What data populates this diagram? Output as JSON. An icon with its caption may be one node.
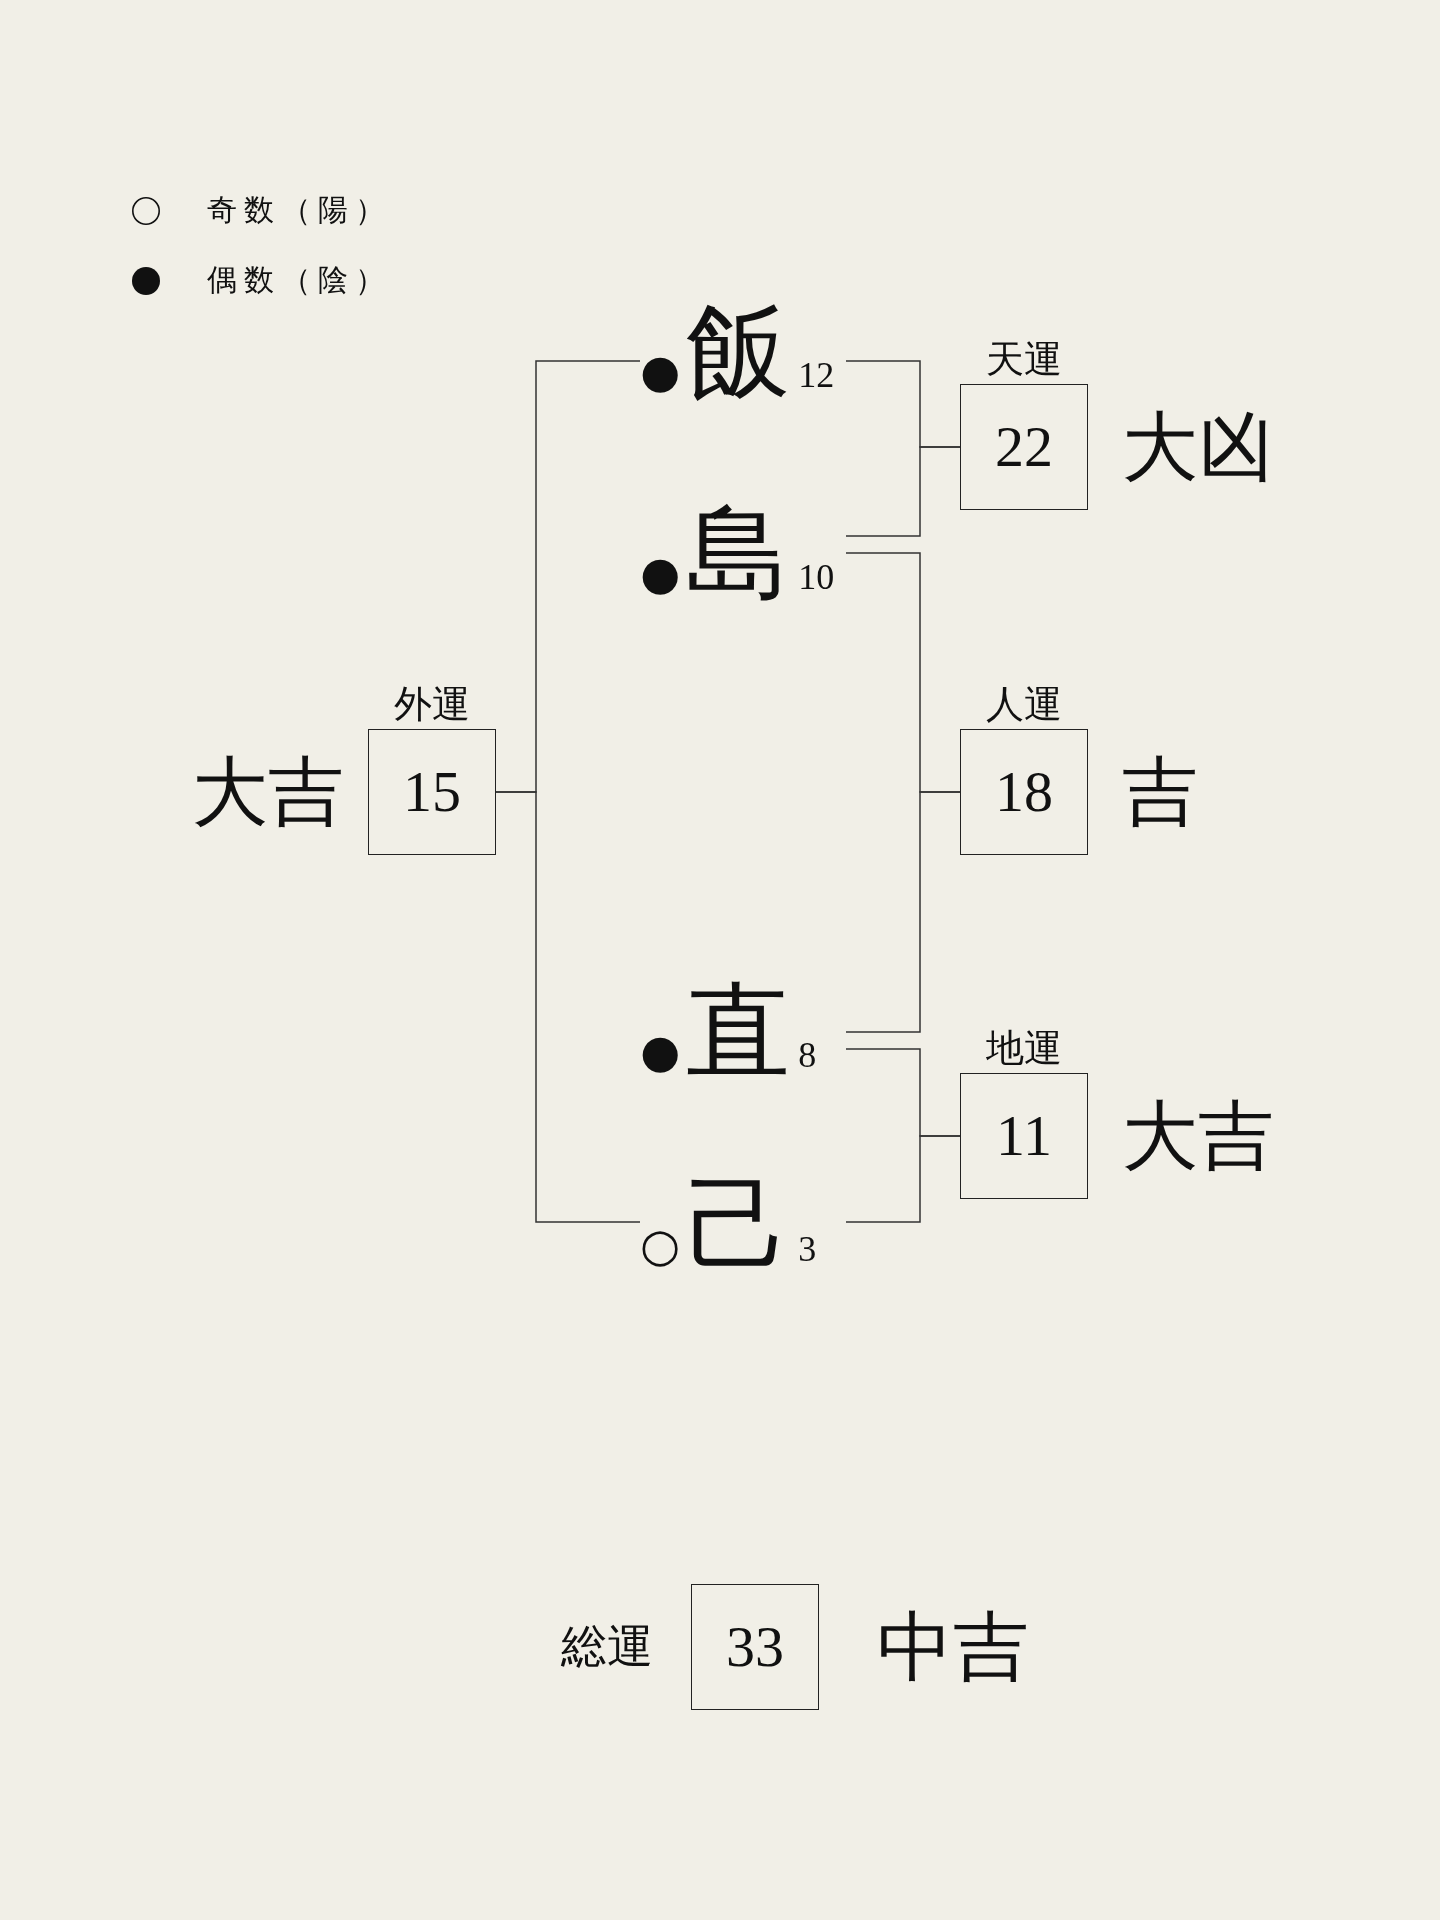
{
  "diagram": {
    "nodes": [
      {
        "text": [
          "飯"
        ],
        "beside": [
          "●",
          "12"
        ]
      },
      {
        "text": [
          "天運",
          "22"
        ],
        "beside": [
          "大凶"
        ]
      },
      {
        "text": [
          "島"
        ],
        "beside": [
          "●",
          "10"
        ]
      },
      {
        "text": [
          "外運",
          "15"
        ],
        "beside": [
          "大吉"
        ]
      },
      {
        "text": [
          "人運",
          "18"
        ],
        "beside": [
          "吉"
        ]
      },
      {
        "text": [
          "直"
        ],
        "beside": [
          "●",
          "8"
        ]
      },
      {
        "text": [
          "地運",
          "11"
        ],
        "beside": [
          "大吉"
        ]
      },
      {
        "text": [
          "己"
        ],
        "beside": [
          "○",
          "3"
        ]
      },
      {
        "text": [
          "総運",
          "33"
        ],
        "beside": [
          "中吉"
        ]
      }
    ],
    "edges": [
      {
        "from": 0,
        "to": 1,
        "arrow": "none"
      },
      {
        "from": 2,
        "to": 1,
        "arrow": "none"
      },
      {
        "from": 0,
        "to": 3,
        "arrow": "none"
      },
      {
        "from": 7,
        "to": 3,
        "arrow": "none"
      },
      {
        "from": 2,
        "to": 4,
        "arrow": "none"
      },
      {
        "from": 5,
        "to": 4,
        "arrow": "none"
      },
      {
        "from": 5,
        "to": 6,
        "arrow": "none"
      },
      {
        "from": 7,
        "to": 6,
        "arrow": "none"
      }
    ],
    "legend": [
      {
        "text": "奇数（陽）"
      },
      {
        "text": "偶数（陰）"
      }
    ]
  }
}
